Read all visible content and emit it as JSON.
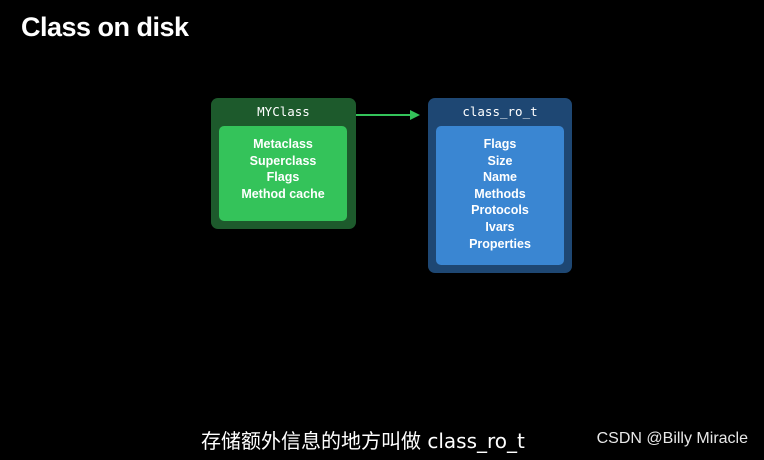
{
  "title": "Class on disk",
  "diagram": {
    "myclass_box": {
      "header": "MYClass",
      "fields": [
        "Metaclass",
        "Superclass",
        "Flags",
        "Method cache"
      ]
    },
    "class_ro_box": {
      "header": "class_ro_t",
      "fields": [
        "Flags",
        "Size",
        "Name",
        "Methods",
        "Protocols",
        "Ivars",
        "Properties"
      ]
    }
  },
  "subtitle": "存储额外信息的地方叫做  class_ro_t",
  "watermark": "CSDN @Billy Miracle",
  "colors": {
    "background": "#000000",
    "green_outer": "#1d5a2c",
    "green_inner": "#34c35a",
    "blue_outer": "#1e4773",
    "blue_inner": "#3a86d2",
    "arrow": "#34c35a"
  }
}
